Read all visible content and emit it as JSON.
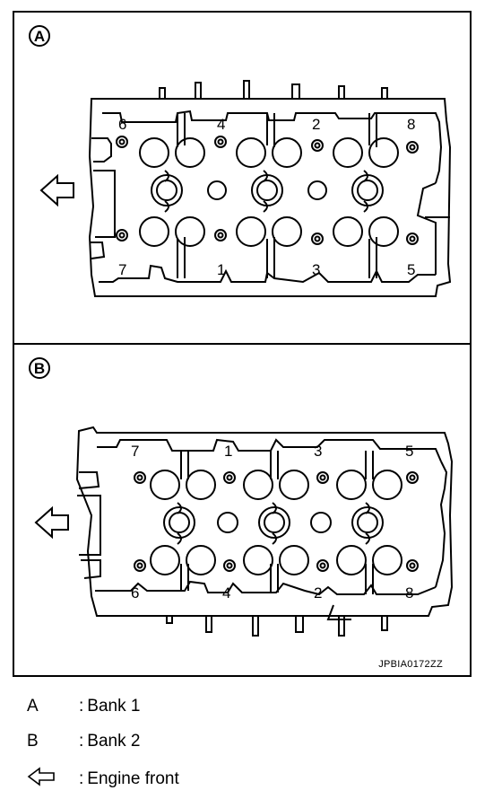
{
  "panel_a": {
    "badge": "A",
    "bolt_numbers": [
      "6",
      "4",
      "2",
      "8",
      "7",
      "1",
      "3",
      "5"
    ]
  },
  "panel_b": {
    "badge": "B",
    "bolt_numbers": [
      "7",
      "1",
      "3",
      "5",
      "6",
      "4",
      "2",
      "8"
    ]
  },
  "figure_code": "JPBIA0172ZZ",
  "legend": [
    {
      "key": "A",
      "sep": ":",
      "text": "Bank 1",
      "icon": null
    },
    {
      "key": "B",
      "sep": ":",
      "text": "Bank 2",
      "icon": null
    },
    {
      "key": "",
      "sep": ":",
      "text": "Engine front",
      "icon": "left-arrow-icon"
    }
  ]
}
